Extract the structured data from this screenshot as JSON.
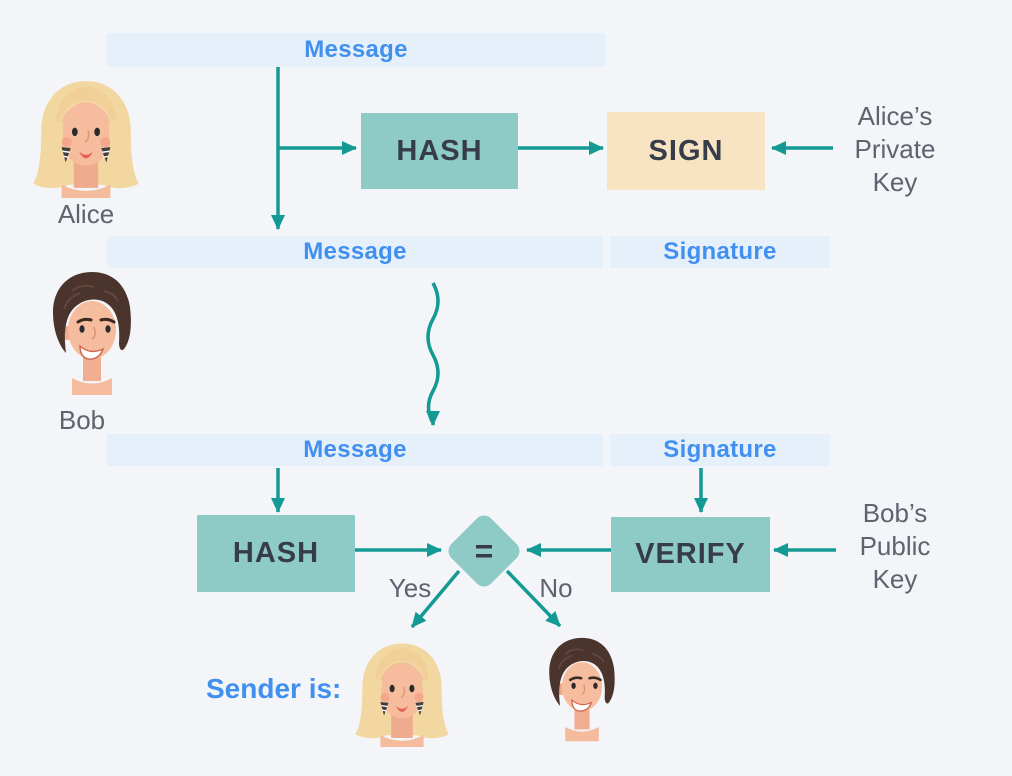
{
  "palette": {
    "background": "#f3f5f9",
    "bar_bg": "#e6f0fb",
    "bar_text": "#4190f0",
    "box_teal": "#8ecac6",
    "box_sign_bg": "#f8e4c2",
    "box_text": "#363d49",
    "arrow": "#149a94",
    "label_gray": "#5d646e"
  },
  "top": {
    "message_bar": "Message",
    "alice_name": "Alice",
    "hash_label": "HASH",
    "sign_label": "SIGN",
    "private_key_lines": [
      "Alice’s",
      "Private",
      "Key"
    ]
  },
  "middle": {
    "message_bar": "Message",
    "signature_bar": "Signature",
    "bob_name": "Bob"
  },
  "bottom": {
    "message_bar": "Message",
    "signature_bar": "Signature",
    "hash_label": "HASH",
    "verify_label": "VERIFY",
    "equals": "=",
    "public_key_lines": [
      "Bob’s",
      "Public",
      "Key"
    ],
    "yes_label": "Yes",
    "no_label": "No",
    "sender_label": "Sender is:"
  }
}
